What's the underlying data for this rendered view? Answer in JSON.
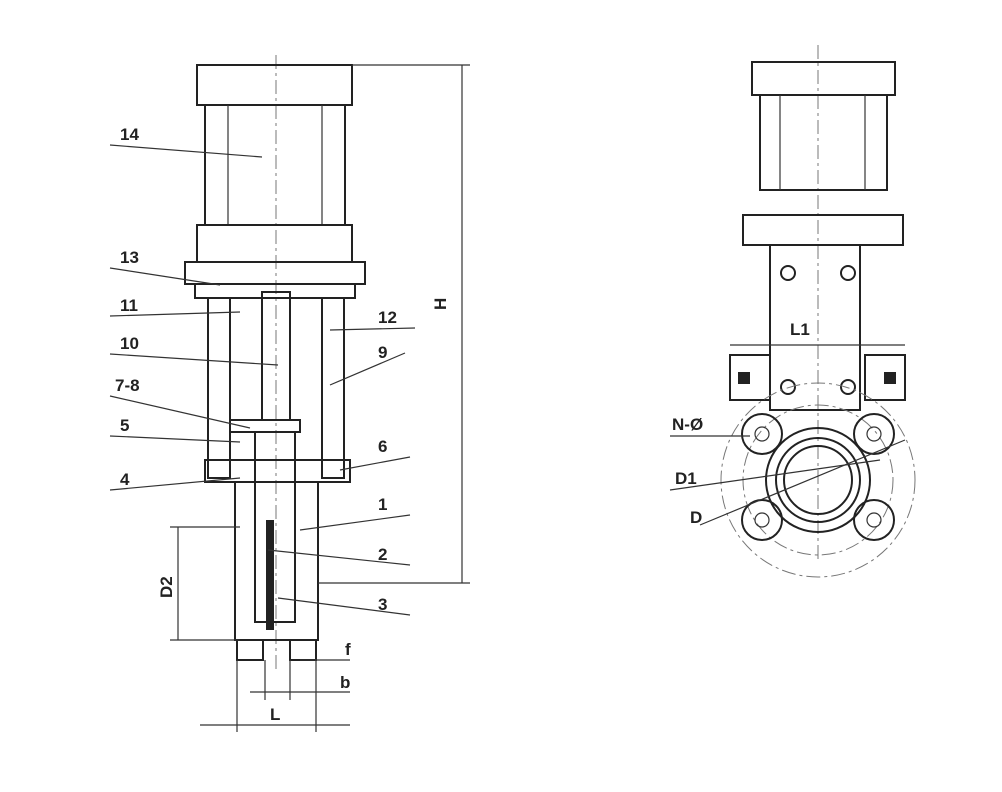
{
  "part_labels": {
    "p14": "14",
    "p13": "13",
    "p11": "11",
    "p12": "12",
    "p10": "10",
    "p9": "9",
    "p78": "7-8",
    "p5": "5",
    "p6": "6",
    "p4": "4",
    "p1": "1",
    "p2": "2",
    "p3": "3"
  },
  "dimensions": {
    "H": "H",
    "D2": "D2",
    "f": "f",
    "b": "b",
    "L": "L",
    "L1": "L1",
    "N": "N-Ø",
    "D1": "D1",
    "D": "D"
  }
}
